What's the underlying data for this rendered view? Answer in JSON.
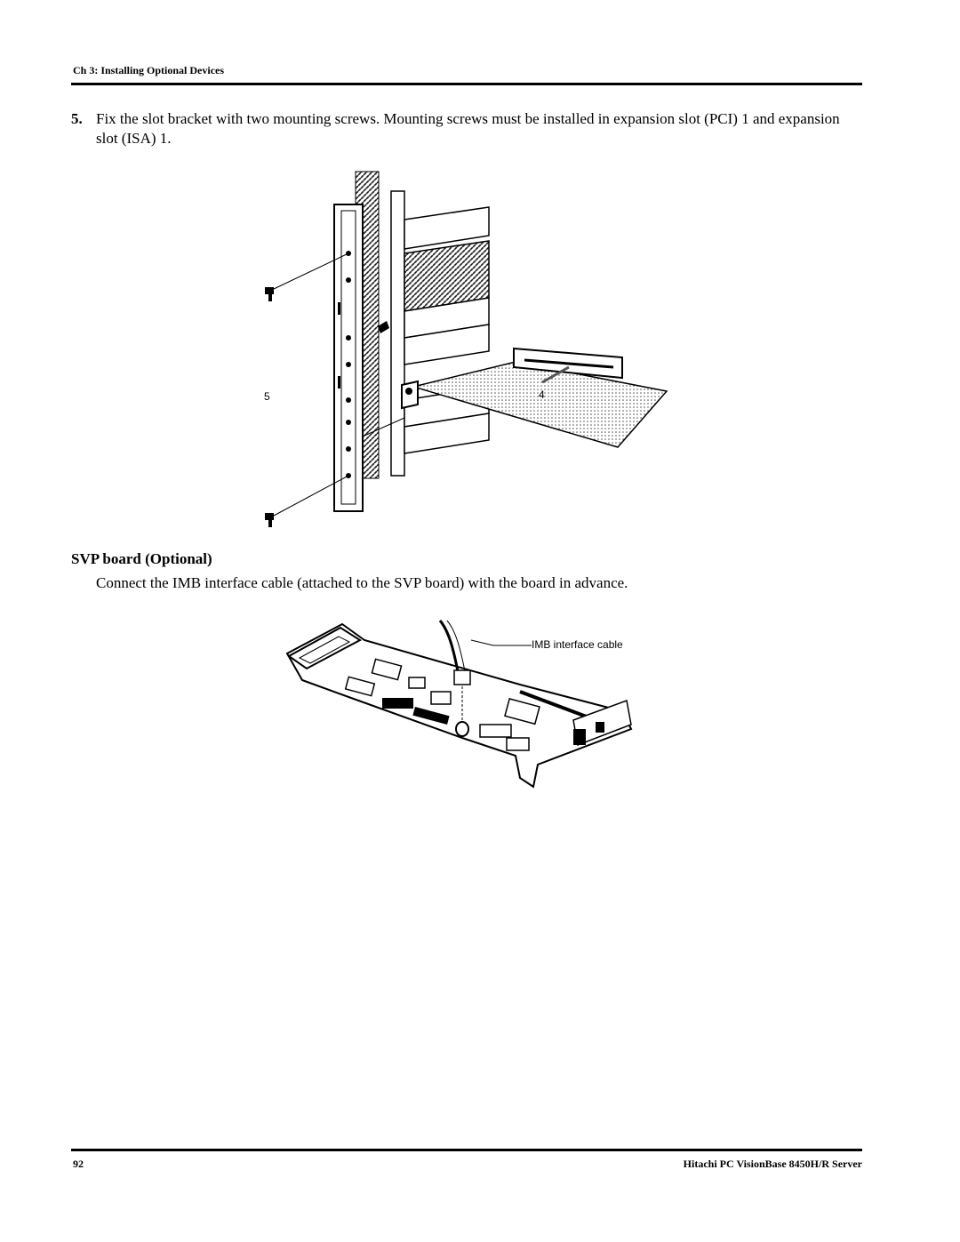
{
  "header": {
    "chapter": "Ch 3: Installing Optional Devices"
  },
  "step5": {
    "number": "5.",
    "text": "Fix the slot bracket with two mounting screws. Mounting screws must be installed in expansion slot (PCI) 1 and expansion slot (ISA) 1."
  },
  "figure1": {
    "label_left": "5",
    "label_right": "4"
  },
  "section": {
    "title": "SVP board (Optional)",
    "paragraph": "Connect the IMB interface cable (attached to the SVP board) with the board in advance."
  },
  "figure2": {
    "cable_label": "IMB interface cable"
  },
  "footer": {
    "page_number": "92",
    "product": "Hitachi PC VisionBase 8450H/R Server"
  }
}
